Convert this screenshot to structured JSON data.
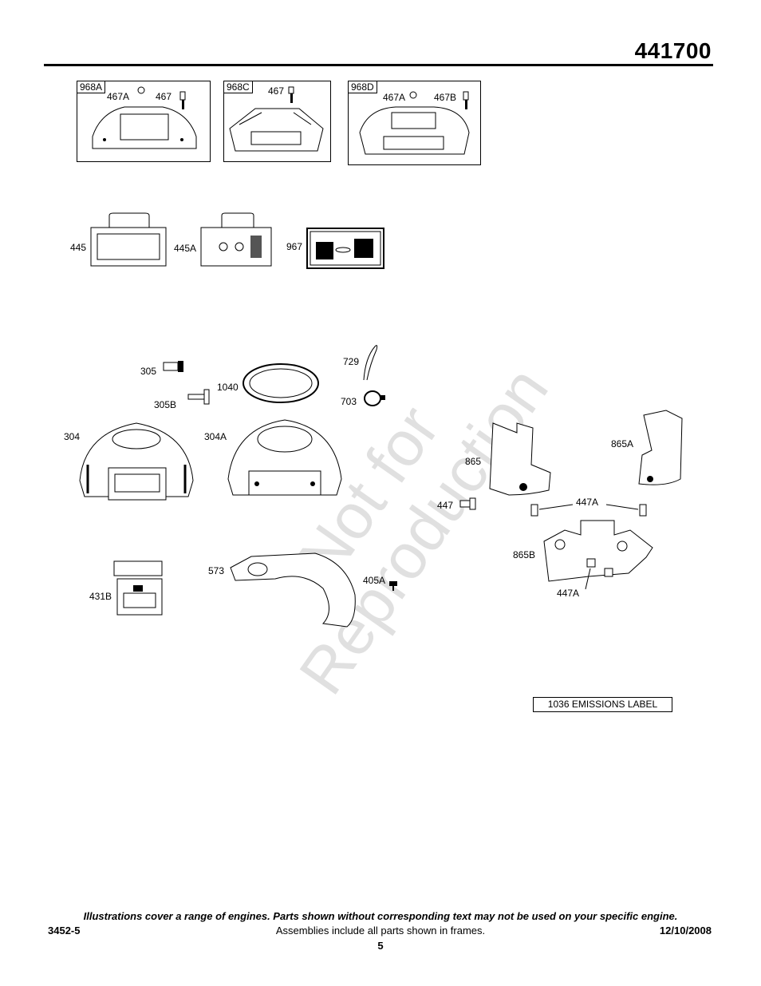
{
  "header": {
    "model_number": "441700"
  },
  "frames": [
    {
      "tag": "968A",
      "labels": [
        "467A",
        "467"
      ]
    },
    {
      "tag": "968C",
      "labels": [
        "467"
      ]
    },
    {
      "tag": "968D",
      "labels": [
        "467A",
        "467B"
      ]
    }
  ],
  "parts": {
    "p445": "445",
    "p445a": "445A",
    "p967": "967",
    "p305": "305",
    "p1040": "1040",
    "p729": "729",
    "p305b": "305B",
    "p703": "703",
    "p304": "304",
    "p304a": "304A",
    "p865": "865",
    "p865a": "865A",
    "p447": "447",
    "p447a_top": "447A",
    "p865b": "865B",
    "p447a_bot": "447A",
    "p573": "573",
    "p405a": "405A",
    "p431b": "431B"
  },
  "watermark": {
    "line1": "Not for",
    "line2": "Reproduction"
  },
  "emissions_label": "1036 EMISSIONS LABEL",
  "footer": {
    "disclaimer": "Illustrations cover a range of engines. Parts shown without corresponding text may not be used on your specific engine.",
    "doc_code": "3452-5",
    "assemblies_note": "Assemblies include all parts shown in frames.",
    "date": "12/10/2008",
    "page_number": "5"
  }
}
